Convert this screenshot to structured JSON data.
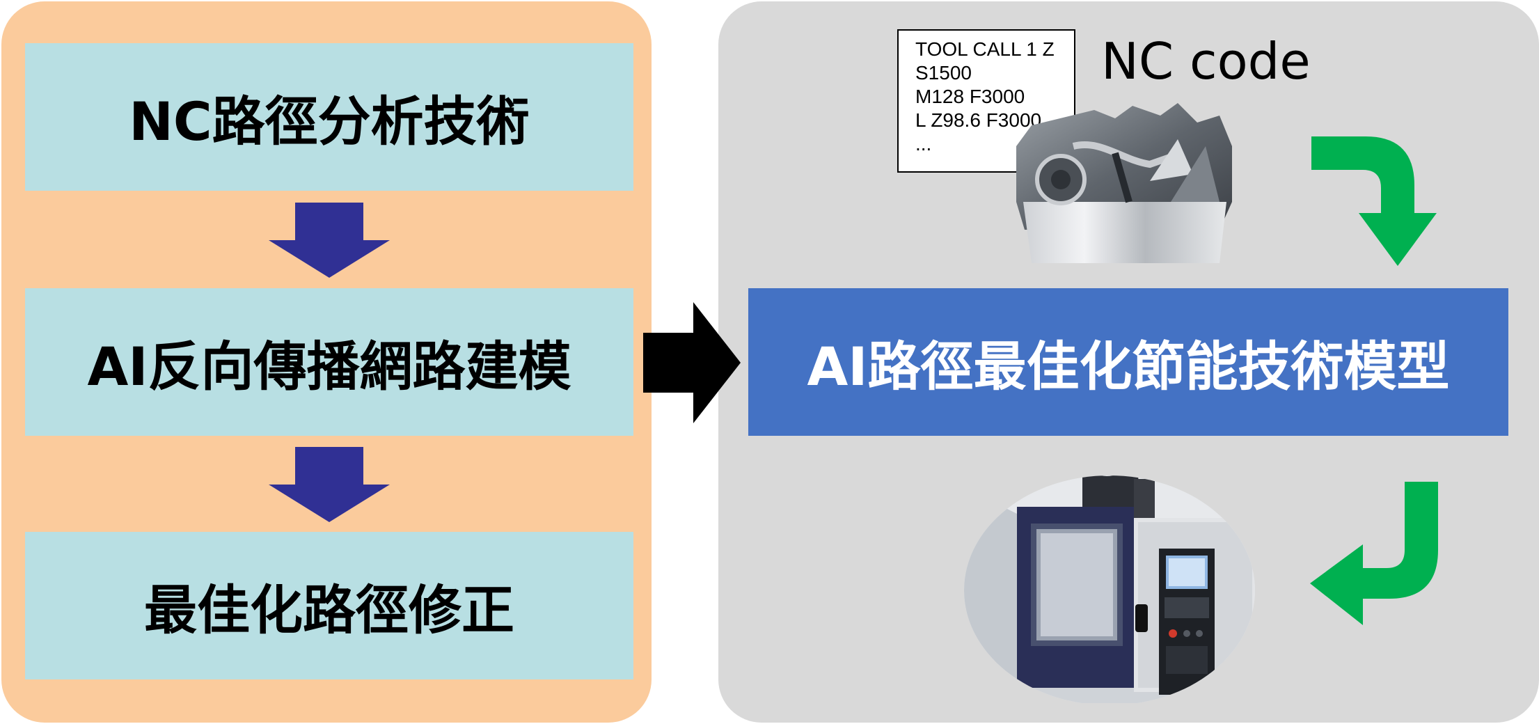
{
  "left_panel": {
    "steps": [
      {
        "label": "NC路徑分析技術"
      },
      {
        "label": "AI反向傳播網路建模"
      },
      {
        "label": "最佳化路徑修正"
      }
    ]
  },
  "right_panel": {
    "code_box": {
      "lines": [
        "TOOL CALL 1 Z",
        "S1500",
        "M128 F3000",
        "L Z98.6 F3000",
        "..."
      ]
    },
    "nc_code_label": "NC code",
    "model_box_label": "AI路徑最佳化節能技術模型",
    "images": [
      "machined-part-image",
      "cnc-machine-image"
    ]
  },
  "colors": {
    "left_panel_bg": "#fbcb9c",
    "right_panel_bg": "#d9d9d9",
    "step_box": "#b8dfe3",
    "down_arrow": "#303094",
    "flow_arrow": "#000000",
    "model_box": "#4472c4",
    "curved_arrow": "#00b050"
  }
}
